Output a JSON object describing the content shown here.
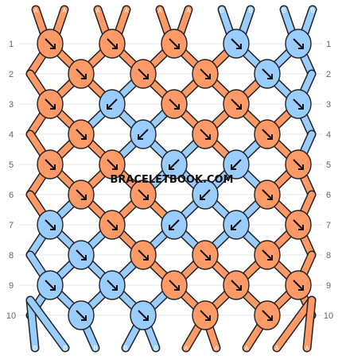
{
  "watermark": "BRACELETBOOK.COM",
  "colors": {
    "A": "#FF9966",
    "B": "#99CCFF",
    "outline": "#222222",
    "gridline": "#e6e6e6",
    "arrow": "#111111"
  },
  "row_labels": [
    "1",
    "2",
    "3",
    "4",
    "5",
    "6",
    "7",
    "8",
    "9",
    "10"
  ],
  "strands_top": [
    "A",
    "A",
    "A",
    "A",
    "A",
    "A",
    "B",
    "B",
    "B",
    "B"
  ],
  "strands_bottom": [
    "B",
    "B",
    "B",
    "B",
    "B",
    "A",
    "A",
    "A",
    "A",
    "A"
  ],
  "knot_rows": [
    [
      {
        "color": "A",
        "dir": "se"
      },
      {
        "color": "A",
        "dir": "se"
      },
      {
        "color": "A",
        "dir": "se"
      },
      {
        "color": "B",
        "dir": "se"
      },
      {
        "color": "B",
        "dir": "se"
      }
    ],
    [
      {
        "color": "A",
        "dir": "se"
      },
      {
        "color": "A",
        "dir": "se"
      },
      {
        "color": "A",
        "dir": "se"
      },
      {
        "color": "B",
        "dir": "se"
      }
    ],
    [
      {
        "color": "A",
        "dir": "se"
      },
      {
        "color": "B",
        "dir": "sw"
      },
      {
        "color": "A",
        "dir": "se"
      },
      {
        "color": "A",
        "dir": "se"
      },
      {
        "color": "B",
        "dir": "se"
      }
    ],
    [
      {
        "color": "A",
        "dir": "se"
      },
      {
        "color": "B",
        "dir": "sw"
      },
      {
        "color": "A",
        "dir": "se"
      },
      {
        "color": "A",
        "dir": "se"
      }
    ],
    [
      {
        "color": "A",
        "dir": "se"
      },
      {
        "color": "A",
        "dir": "se"
      },
      {
        "color": "B",
        "dir": "sw"
      },
      {
        "color": "B",
        "dir": "sw"
      },
      {
        "color": "A",
        "dir": "se"
      }
    ],
    [
      {
        "color": "A",
        "dir": "se"
      },
      {
        "color": "A",
        "dir": "se"
      },
      {
        "color": "B",
        "dir": "sw"
      },
      {
        "color": "A",
        "dir": "se"
      }
    ],
    [
      {
        "color": "B",
        "dir": "se"
      },
      {
        "color": "A",
        "dir": "se"
      },
      {
        "color": "B",
        "dir": "sw"
      },
      {
        "color": "B",
        "dir": "sw"
      },
      {
        "color": "A",
        "dir": "se"
      }
    ],
    [
      {
        "color": "B",
        "dir": "se"
      },
      {
        "color": "A",
        "dir": "se"
      },
      {
        "color": "A",
        "dir": "se"
      },
      {
        "color": "A",
        "dir": "se"
      }
    ],
    [
      {
        "color": "B",
        "dir": "se"
      },
      {
        "color": "B",
        "dir": "se"
      },
      {
        "color": "A",
        "dir": "se"
      },
      {
        "color": "A",
        "dir": "se"
      },
      {
        "color": "A",
        "dir": "se"
      }
    ],
    [
      {
        "color": "B",
        "dir": "se"
      },
      {
        "color": "B",
        "dir": "se"
      },
      {
        "color": "A",
        "dir": "se"
      },
      {
        "color": "A",
        "dir": "se"
      }
    ]
  ]
}
